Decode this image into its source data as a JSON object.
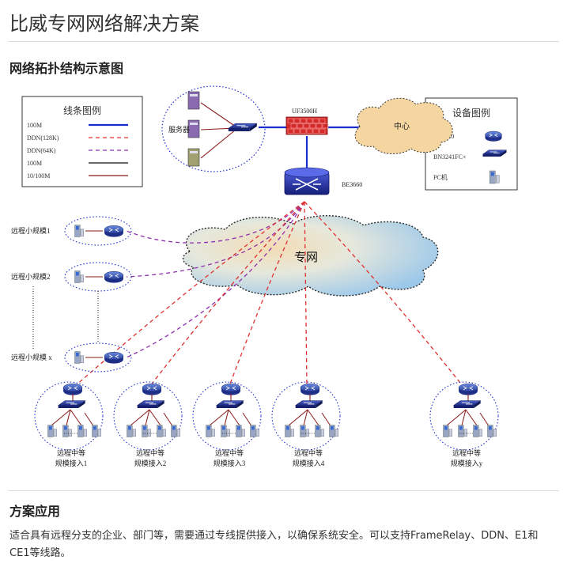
{
  "page": {
    "title": "比威专网网络解决方案",
    "section_topology": "网络拓扑结构示意图",
    "section_application": "方案应用",
    "paragraph": "适合具有远程分支的企业、部门等，需要通过专线提供接入，以确保系统安全。可以支持FrameRelay、DDN、E1和CE1等线路。"
  },
  "colors": {
    "line_100m": "#1a2bd0",
    "line_ddn128": "#e03030",
    "line_ddn64": "#9030b0",
    "line_100m_black": "#111111",
    "line_10_100": "#8b1a1a",
    "cloud_center": "#f5d6a0",
    "cloud_private": "#cfe6f5"
  },
  "line_legend": {
    "title": "线条图例",
    "items": [
      {
        "label": "100M",
        "style": "solid-blue"
      },
      {
        "label": "DDN(128K)",
        "style": "dash-red"
      },
      {
        "label": "DDN(64K)",
        "style": "dash-purple"
      },
      {
        "label": "100M",
        "style": "solid-black"
      },
      {
        "label": "10/100M",
        "style": "solid-darkred"
      }
    ]
  },
  "device_legend": {
    "title": "设备图例",
    "items": [
      {
        "label": "BE2620",
        "icon": "router-icon"
      },
      {
        "label": "BN3241FC+",
        "icon": "switch-icon"
      },
      {
        "label": "PC机",
        "icon": "pc-icon"
      }
    ]
  },
  "core": {
    "server_label": "服务器",
    "firewall_label": "UF3500H",
    "center_label": "中心",
    "core_router_label": "BE3660",
    "private_net_label": "专网"
  },
  "remote_small": [
    {
      "label": "远程小规模1"
    },
    {
      "label": "远程小规模2"
    },
    {
      "label": "远程小规模 x"
    }
  ],
  "remote_medium": [
    {
      "line1": "远程中等",
      "line2": "规模接入1"
    },
    {
      "line1": "远程中等",
      "line2": "规模接入2"
    },
    {
      "line1": "远程中等",
      "line2": "规模接入3"
    },
    {
      "line1": "远程中等",
      "line2": "规模接入4"
    },
    {
      "line1": "远程中等",
      "line2": "规模接入y"
    }
  ]
}
